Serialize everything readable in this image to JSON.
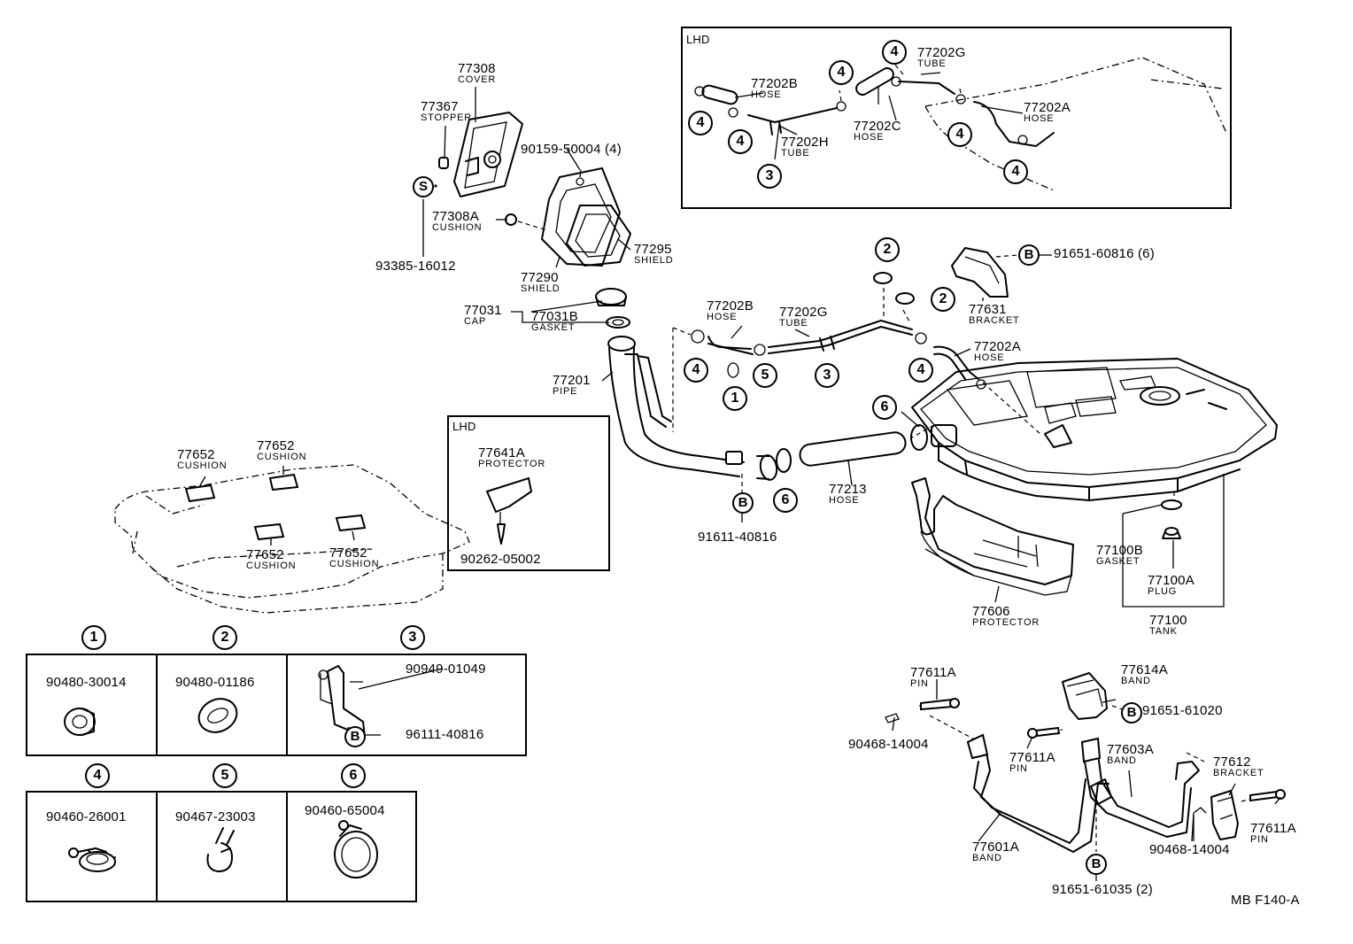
{
  "footer_code": "MB F140-A",
  "lhd_top": {
    "title": "LHD",
    "labels": [
      {
        "pn": "77202G",
        "nm": "TUBE"
      },
      {
        "pn": "77202B",
        "nm": "HOSE"
      },
      {
        "pn": "77202A",
        "nm": "HOSE"
      },
      {
        "pn": "77202C",
        "nm": "HOSE"
      },
      {
        "pn": "77202H",
        "nm": "TUBE"
      }
    ],
    "callouts": [
      "4",
      "4",
      "4",
      "4",
      "4",
      "4",
      "4",
      "3"
    ]
  },
  "filler": {
    "labels": [
      {
        "pn": "77308",
        "nm": "COVER"
      },
      {
        "pn": "77367",
        "nm": "STOPPER"
      },
      {
        "pn": "90159-50004 (4)",
        "nm": ""
      },
      {
        "pn": "77308A",
        "nm": "CUSHION"
      },
      {
        "pn": "77295",
        "nm": "SHIELD"
      },
      {
        "pn": "77290",
        "nm": "SHIELD"
      },
      {
        "pn": "93385-16012",
        "nm": ""
      },
      {
        "pn": "77031",
        "nm": "CAP"
      },
      {
        "pn": "77031B",
        "nm": "GASKET"
      },
      {
        "pn": "77201",
        "nm": "PIPE"
      }
    ],
    "s_mark": "S"
  },
  "main": {
    "labels": [
      {
        "pn": "77202B",
        "nm": "HOSE"
      },
      {
        "pn": "77202G",
        "nm": "TUBE"
      },
      {
        "pn": "77202A",
        "nm": "HOSE"
      },
      {
        "pn": "77631",
        "nm": "BRACKET"
      },
      {
        "pn": "91651-60816 (6)",
        "nm": ""
      },
      {
        "pn": "77213",
        "nm": "HOSE"
      },
      {
        "pn": "91611-40816",
        "nm": ""
      },
      {
        "pn": "77606",
        "nm": "PROTECTOR"
      },
      {
        "pn": "77100B",
        "nm": "GASKET"
      },
      {
        "pn": "77100A",
        "nm": "PLUG"
      },
      {
        "pn": "77100",
        "nm": "TANK"
      }
    ],
    "callouts": [
      "4",
      "1",
      "5",
      "3",
      "2",
      "2",
      "4",
      "6",
      "6"
    ],
    "b_mark": "B"
  },
  "cushions": [
    {
      "pn": "77652",
      "nm": "CUSHION"
    },
    {
      "pn": "77652",
      "nm": "CUSHION"
    },
    {
      "pn": "77652",
      "nm": "CUSHION"
    },
    {
      "pn": "77652",
      "nm": "CUSHION"
    }
  ],
  "lhd_protector": {
    "title": "LHD",
    "labels": [
      {
        "pn": "77641A",
        "nm": "PROTECTOR"
      },
      {
        "pn": "90262-05002",
        "nm": ""
      }
    ]
  },
  "legend": [
    {
      "num": "1",
      "part": "90480-30014"
    },
    {
      "num": "2",
      "part": "90480-01186"
    },
    {
      "num": "3",
      "part": "90949-01049",
      "sub_mark": "B",
      "sub_part": "96111-40816"
    },
    {
      "num": "4",
      "part": "90460-26001"
    },
    {
      "num": "5",
      "part": "90467-23003"
    },
    {
      "num": "6",
      "part": "90460-65004"
    }
  ],
  "bands": {
    "labels": [
      {
        "pn": "77611A",
        "nm": "PIN"
      },
      {
        "pn": "77614A",
        "nm": "BAND"
      },
      {
        "pn": "91651-61020",
        "nm": ""
      },
      {
        "pn": "90468-14004",
        "nm": ""
      },
      {
        "pn": "77611A",
        "nm": "PIN"
      },
      {
        "pn": "77603A",
        "nm": "BAND"
      },
      {
        "pn": "77612",
        "nm": "BRACKET"
      },
      {
        "pn": "77611A",
        "nm": "PIN"
      },
      {
        "pn": "77601A",
        "nm": "BAND"
      },
      {
        "pn": "90468-14004",
        "nm": ""
      },
      {
        "pn": "91651-61035 (2)",
        "nm": ""
      }
    ]
  }
}
